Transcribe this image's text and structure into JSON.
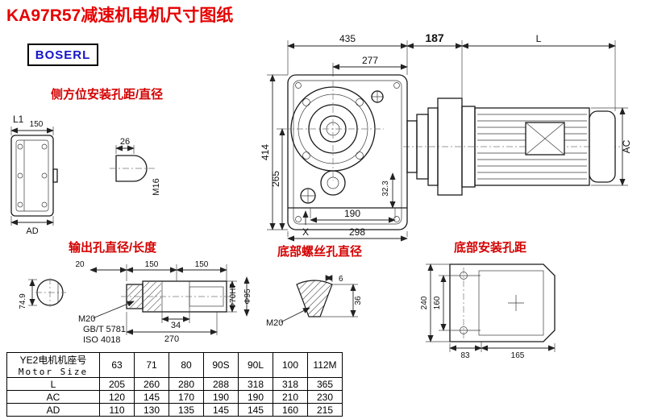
{
  "title": "KA97R57减速机电机尺寸图纸",
  "logo": "BOSERL",
  "labels": {
    "side_mount": "侧方位安装孔距/直径",
    "output_hole": "输出孔直径/长度",
    "bottom_screw": "底部螺丝孔直径",
    "bottom_mount": "底部安装孔距"
  },
  "main_view": {
    "width_435": "435",
    "width_277": "277",
    "width_187": "187",
    "motor_length": "L",
    "height_414": "414",
    "height_265": "265",
    "offset_323": "32.3",
    "foot_190": "190",
    "base_298": "298",
    "x_mark": "X",
    "motor_ac": "AC"
  },
  "side_view": {
    "l1": "L1",
    "width_150": "150",
    "ad": "AD",
    "shaft_26": "26",
    "thread_m16": "M16"
  },
  "output_view": {
    "dim_20": "20",
    "len_150a": "150",
    "len_150b": "150",
    "height_749": "74.9",
    "thread_m20": "M20",
    "std_gb": "GB/T 5781",
    "std_iso": "ISO 4018",
    "key_34": "34",
    "total_270": "270",
    "bore": "Φ70H7",
    "dia_95": "Φ95"
  },
  "screw_view": {
    "thread_m20": "M20",
    "dim_6": "6",
    "dim_36": "36"
  },
  "bottom_view": {
    "dim_240": "240",
    "dim_160": "160",
    "dim_83": "83",
    "dim_165": "165"
  },
  "table": {
    "header_cn": "YE2电机机座号",
    "header_en": "Motor Size",
    "sizes": [
      "63",
      "71",
      "80",
      "90S",
      "90L",
      "100",
      "112M"
    ],
    "rows": [
      {
        "label": "L",
        "values": [
          "205",
          "260",
          "280",
          "288",
          "318",
          "318",
          "365"
        ]
      },
      {
        "label": "AC",
        "values": [
          "120",
          "145",
          "170",
          "190",
          "190",
          "210",
          "230"
        ]
      },
      {
        "label": "AD",
        "values": [
          "110",
          "130",
          "135",
          "145",
          "145",
          "160",
          "215"
        ]
      }
    ]
  }
}
